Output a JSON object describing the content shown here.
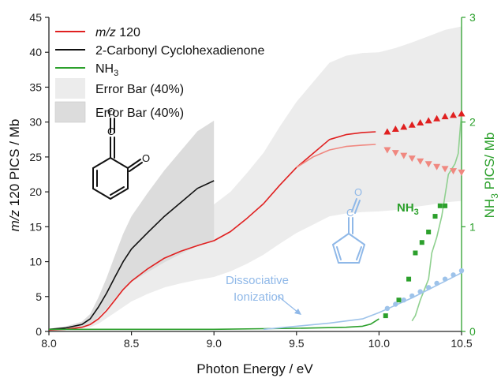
{
  "chart_data": {
    "type": "line",
    "xlabel": "Photon Energy / eV",
    "ylabel_left": {
      "pre": "",
      "italic": "m/z",
      "post": " 120 PICS / Mb"
    },
    "ylabel_right": {
      "pre": "NH",
      "sub": "3",
      "post": " PICS/ Mb"
    },
    "xlim": [
      8.0,
      10.5
    ],
    "ylim_left": [
      0,
      45
    ],
    "ylim_right": [
      0,
      3
    ],
    "x_ticks": [
      "8.0",
      "8.5",
      "9.0",
      "9.5",
      "10.0",
      "10.5"
    ],
    "y_ticks_left": [
      "0",
      "5",
      "10",
      "15",
      "20",
      "25",
      "30",
      "35",
      "40",
      "45"
    ],
    "y_ticks_right": [
      "0",
      "1",
      "2",
      "3"
    ],
    "legend": [
      {
        "label_italic": "m/z",
        "label": " 120",
        "kind": "line",
        "color": "#e02020"
      },
      {
        "label": "2-Carbonyl Cyclohexadienone",
        "kind": "line",
        "color": "#111111"
      },
      {
        "label": "NH",
        "label_sub": "3",
        "kind": "line",
        "color": "#2ca02c"
      },
      {
        "label": "Error Bar (40%)",
        "kind": "band",
        "color": "#ececec"
      },
      {
        "label": "Error Bar (40%)",
        "kind": "band",
        "color": "#dcdcdc"
      }
    ],
    "series": [
      {
        "name": "m/z 120",
        "color": "#e02020",
        "axis": "left",
        "x": [
          8.0,
          8.1,
          8.2,
          8.25,
          8.3,
          8.35,
          8.4,
          8.45,
          8.5,
          8.6,
          8.7,
          8.8,
          8.9,
          9.0,
          9.1,
          9.2,
          9.3,
          9.4,
          9.5,
          9.6,
          9.7,
          9.8,
          9.9,
          9.98
        ],
        "y": [
          0.2,
          0.3,
          0.6,
          1.0,
          1.8,
          3.0,
          4.5,
          6.0,
          7.2,
          9.0,
          10.5,
          11.5,
          12.3,
          13.0,
          14.3,
          16.2,
          18.3,
          21.0,
          23.5,
          25.5,
          27.5,
          28.2,
          28.5,
          28.6
        ]
      },
      {
        "name": "m/z 120 (pale)",
        "color": "#f08880",
        "axis": "left",
        "x": [
          9.5,
          9.6,
          9.7,
          9.8,
          9.9,
          9.98
        ],
        "y": [
          23.5,
          25.0,
          26.0,
          26.5,
          26.7,
          26.8
        ]
      },
      {
        "name": "2-Carbonyl Cyclohexadienone",
        "color": "#111111",
        "axis": "left",
        "x": [
          8.0,
          8.1,
          8.2,
          8.25,
          8.3,
          8.35,
          8.4,
          8.45,
          8.5,
          8.6,
          8.7,
          8.8,
          8.9,
          9.0
        ],
        "y": [
          0.3,
          0.5,
          1.0,
          1.8,
          3.5,
          5.5,
          7.8,
          10.0,
          11.8,
          14.2,
          16.5,
          18.5,
          20.5,
          21.6
        ]
      },
      {
        "name": "NH3",
        "color": "#2ca02c",
        "axis": "right",
        "x": [
          8.0,
          9.0,
          9.5,
          9.8,
          9.9,
          9.95,
          10.0
        ],
        "y": [
          0.02,
          0.02,
          0.03,
          0.04,
          0.05,
          0.07,
          0.12
        ]
      },
      {
        "name": "NH3 (pale)",
        "color": "#8fd08f",
        "axis": "right",
        "x": [
          10.2,
          10.22,
          10.25,
          10.3,
          10.32,
          10.35,
          10.38,
          10.4,
          10.42,
          10.44,
          10.46,
          10.48,
          10.5
        ],
        "y": [
          0.1,
          0.15,
          0.3,
          0.5,
          0.75,
          0.9,
          1.1,
          1.3,
          1.5,
          1.55,
          1.6,
          1.7,
          2.1
        ]
      },
      {
        "name": "Dissociative Ionization",
        "color": "#9ec3ea",
        "axis": "right",
        "x": [
          9.3,
          9.5,
          9.7,
          9.9,
          10.0,
          10.1,
          10.2,
          10.3,
          10.4,
          10.5
        ],
        "y": [
          0.02,
          0.05,
          0.08,
          0.12,
          0.18,
          0.25,
          0.32,
          0.4,
          0.48,
          0.56
        ]
      }
    ],
    "markers": [
      {
        "name": "m/z 120 up-triangles",
        "color": "#e02020",
        "shape": "triangle-up",
        "axis": "left",
        "x": [
          10.05,
          10.1,
          10.15,
          10.2,
          10.25,
          10.3,
          10.35,
          10.4,
          10.45,
          10.5
        ],
        "y": [
          28.6,
          29.0,
          29.3,
          29.6,
          29.9,
          30.2,
          30.5,
          30.8,
          31.0,
          31.2
        ]
      },
      {
        "name": "m/z 120 down-triangles",
        "color": "#f08880",
        "shape": "triangle-down",
        "axis": "left",
        "x": [
          10.05,
          10.1,
          10.15,
          10.2,
          10.25,
          10.3,
          10.35,
          10.4,
          10.45,
          10.5
        ],
        "y": [
          26.0,
          25.6,
          25.2,
          24.8,
          24.4,
          24.0,
          23.6,
          23.3,
          23.0,
          22.8
        ]
      },
      {
        "name": "NH3 squares",
        "color": "#2ca02c",
        "shape": "square",
        "axis": "right",
        "x": [
          10.04,
          10.12,
          10.18,
          10.22,
          10.26,
          10.3,
          10.34,
          10.37,
          10.4
        ],
        "y": [
          0.15,
          0.3,
          0.5,
          0.75,
          0.85,
          0.95,
          1.1,
          1.2,
          1.2
        ]
      },
      {
        "name": "Dissociative dots",
        "color": "#9ec3ea",
        "shape": "circle",
        "axis": "right",
        "x": [
          10.05,
          10.1,
          10.15,
          10.2,
          10.25,
          10.3,
          10.35,
          10.4,
          10.45,
          10.5
        ],
        "y": [
          0.22,
          0.26,
          0.3,
          0.34,
          0.38,
          0.42,
          0.46,
          0.5,
          0.54,
          0.58
        ]
      }
    ],
    "bands": [
      {
        "name": "Error Bar (40%) light",
        "color": "#ececec",
        "axis": "left",
        "x": [
          8.0,
          8.25,
          8.3,
          8.4,
          8.5,
          8.6,
          8.7,
          8.8,
          8.9,
          9.0,
          9.1,
          9.2,
          9.3,
          9.4,
          9.5,
          9.6,
          9.7,
          9.8,
          9.9,
          10.0,
          10.1,
          10.2,
          10.3,
          10.4,
          10.5
        ],
        "upper": [
          0.3,
          1.4,
          2.5,
          6.3,
          10.1,
          12.6,
          14.7,
          16.1,
          17.2,
          18.2,
          20.0,
          22.7,
          25.6,
          29.4,
          32.9,
          35.7,
          38.5,
          39.5,
          39.9,
          40.0,
          40.6,
          41.4,
          42.3,
          43.2,
          43.7
        ],
        "lower": [
          0.1,
          0.6,
          1.1,
          2.7,
          4.3,
          5.4,
          6.3,
          6.9,
          7.4,
          7.8,
          8.6,
          9.7,
          11.0,
          12.6,
          14.1,
          15.3,
          16.5,
          16.9,
          17.1,
          17.2,
          17.4,
          17.8,
          18.1,
          18.5,
          18.7
        ]
      },
      {
        "name": "Error Bar (40%) dark",
        "color": "#dcdcdc",
        "axis": "left",
        "x": [
          8.0,
          8.1,
          8.2,
          8.25,
          8.3,
          8.35,
          8.4,
          8.45,
          8.5,
          8.6,
          8.7,
          8.8,
          8.9,
          9.0
        ],
        "upper": [
          0.4,
          0.7,
          1.4,
          2.5,
          4.9,
          7.7,
          10.9,
          14.0,
          16.5,
          19.9,
          23.1,
          25.9,
          28.7,
          30.2
        ],
        "lower": [
          0.2,
          0.3,
          0.6,
          1.1,
          2.1,
          3.3,
          4.7,
          6.0,
          7.1,
          8.5,
          9.9,
          11.1,
          12.3,
          13.0
        ]
      }
    ],
    "annotations": [
      {
        "text": "NH",
        "sub": "3",
        "color": "#2ca02c",
        "bold": true
      },
      {
        "text": "Dissociative",
        "color": "#8fb8e8"
      },
      {
        "text": "Ionization",
        "color": "#8fb8e8"
      }
    ]
  }
}
